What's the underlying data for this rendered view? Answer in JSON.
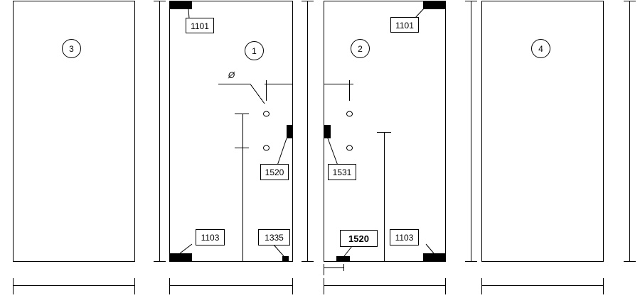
{
  "panel_numbers": {
    "p1": "1",
    "p2": "2",
    "p3": "3",
    "p4": "4"
  },
  "diameter_symbol": "Ø",
  "labels": {
    "hinge_top_left": "1101",
    "hinge_top_right": "1101",
    "handle_left": "1520",
    "handle_right": "1531",
    "hinge_bottom_left": "1103",
    "hinge_bottom_right": "1103",
    "stopper": "1335",
    "handle_bottom": "1520"
  },
  "colors": {
    "line": "#000000",
    "background": "#ffffff"
  }
}
